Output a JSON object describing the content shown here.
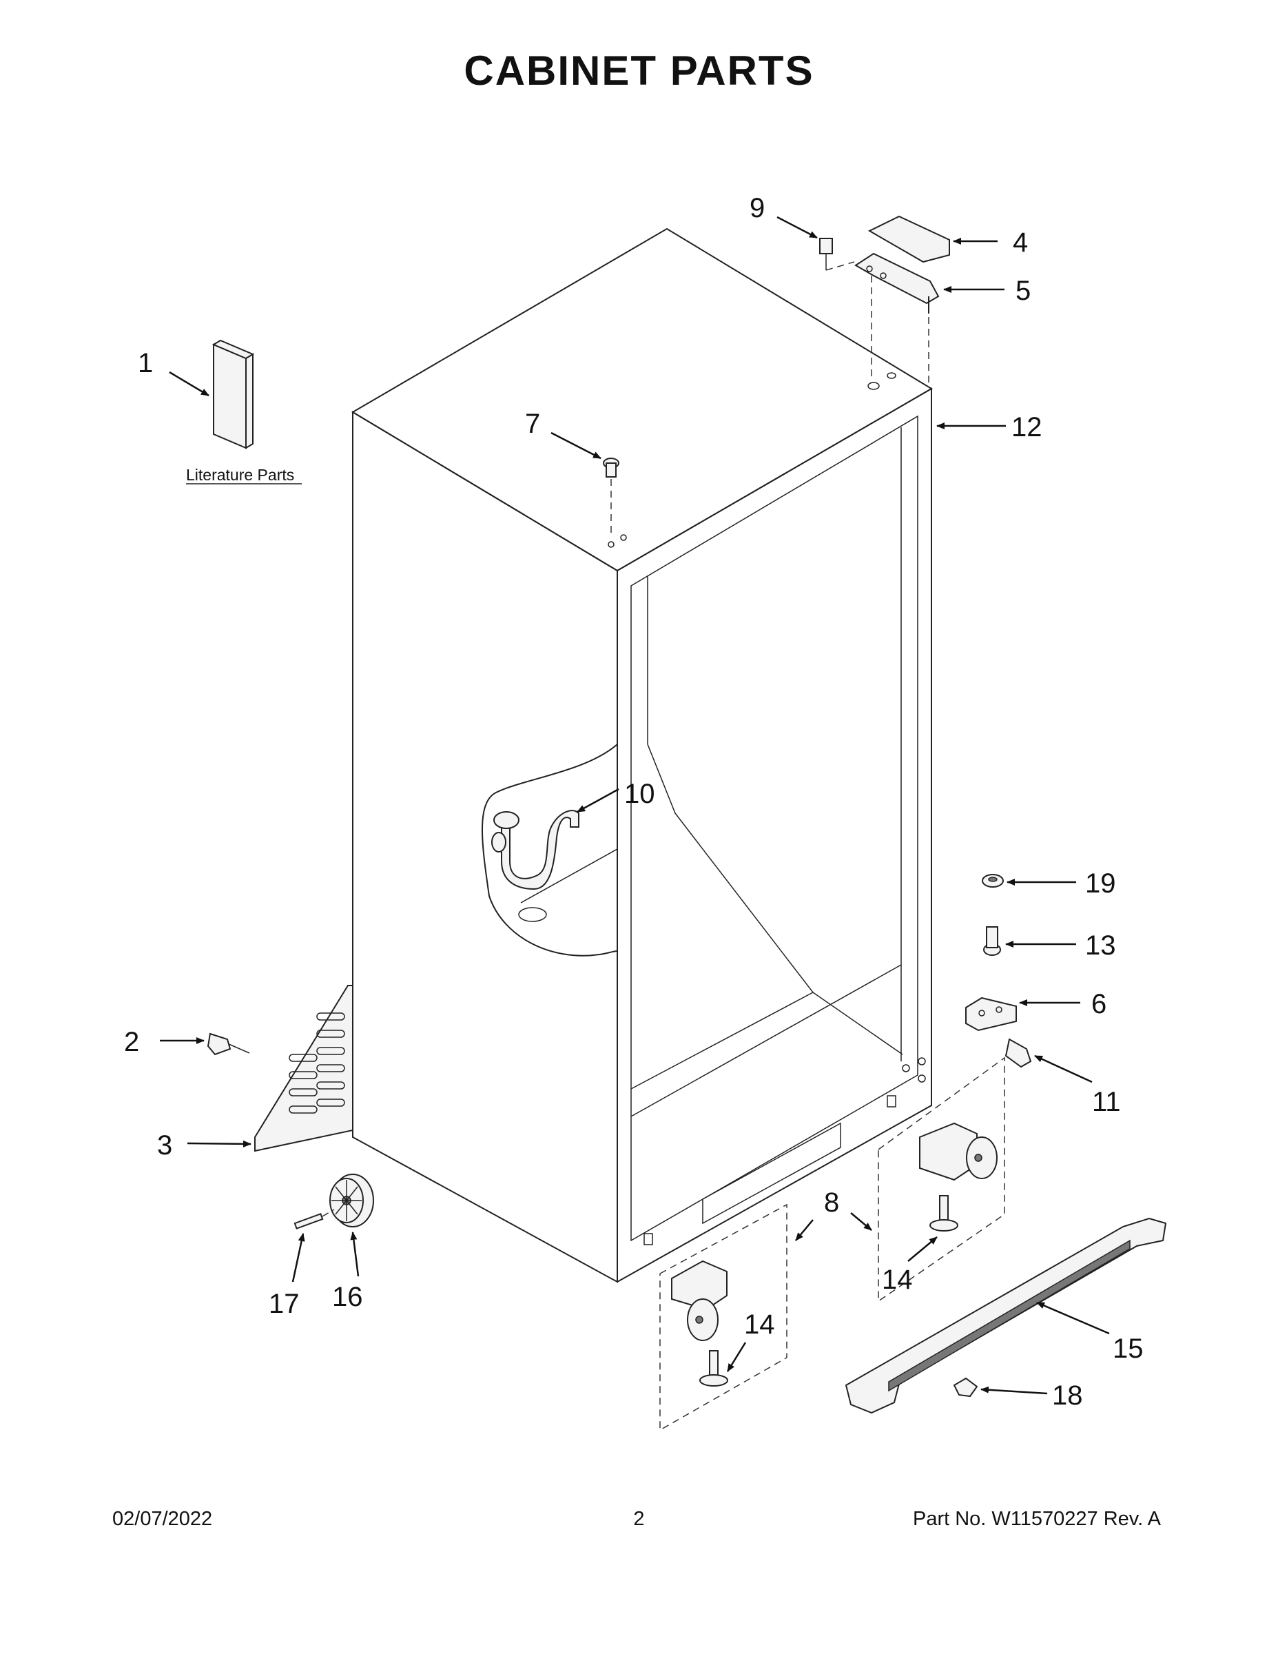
{
  "title": "CABINET PARTS",
  "literature_label": "Literature Parts",
  "callouts": {
    "c1": "1",
    "c2": "2",
    "c3": "3",
    "c4": "4",
    "c5": "5",
    "c6": "6",
    "c7": "7",
    "c8": "8",
    "c9": "9",
    "c10": "10",
    "c11": "11",
    "c12": "12",
    "c13": "13",
    "c14a": "14",
    "c14b": "14",
    "c15": "15",
    "c16": "16",
    "c17": "17",
    "c18": "18",
    "c19": "19"
  },
  "footer": {
    "date": "02/07/2022",
    "page": "2",
    "part_no": "Part No.  W11570227  Rev.  A"
  }
}
